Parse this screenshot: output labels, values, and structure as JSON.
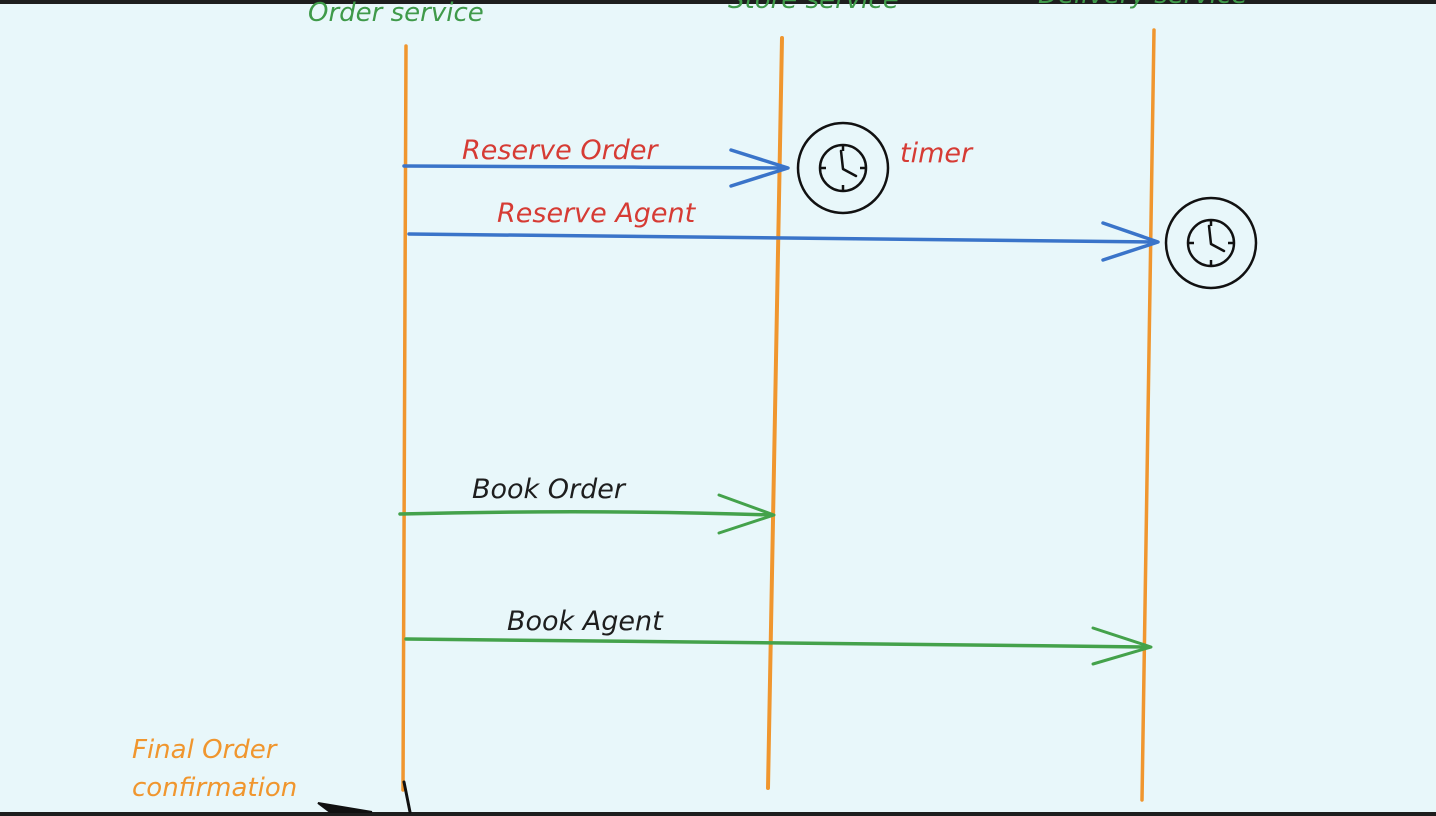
{
  "canvas": {
    "background": "#e8f7fa",
    "frame_color": "#1e1e1e"
  },
  "lifelines": [
    {
      "id": "order",
      "title": "Order service",
      "color": "#f0962e"
    },
    {
      "id": "store",
      "title": "Store service",
      "color": "#f0962e"
    },
    {
      "id": "delivery",
      "title": "Delivery service",
      "color": "#f0962e"
    }
  ],
  "title_color": "#3f9a4a",
  "messages": [
    {
      "id": "reserve-order",
      "label": "Reserve Order",
      "label_color": "#d63b34",
      "line_color": "#3a74c9"
    },
    {
      "id": "reserve-agent",
      "label": "Reserve Agent",
      "label_color": "#d63b34",
      "line_color": "#3a74c9"
    },
    {
      "id": "book-order",
      "label": "Book Order",
      "label_color": "#1e1e1e",
      "line_color": "#44a24b"
    },
    {
      "id": "book-agent",
      "label": "Book Agent",
      "label_color": "#1e1e1e",
      "line_color": "#44a24b"
    }
  ],
  "timers": [
    {
      "id": "store-timer",
      "icon": "clock-icon",
      "label": "timer",
      "label_color": "#d63b34"
    },
    {
      "id": "delivery-timer",
      "icon": "clock-icon",
      "label": ""
    }
  ],
  "final_note": {
    "line1": "Final Order",
    "line2": "confirmation",
    "color": "#f0962e"
  }
}
